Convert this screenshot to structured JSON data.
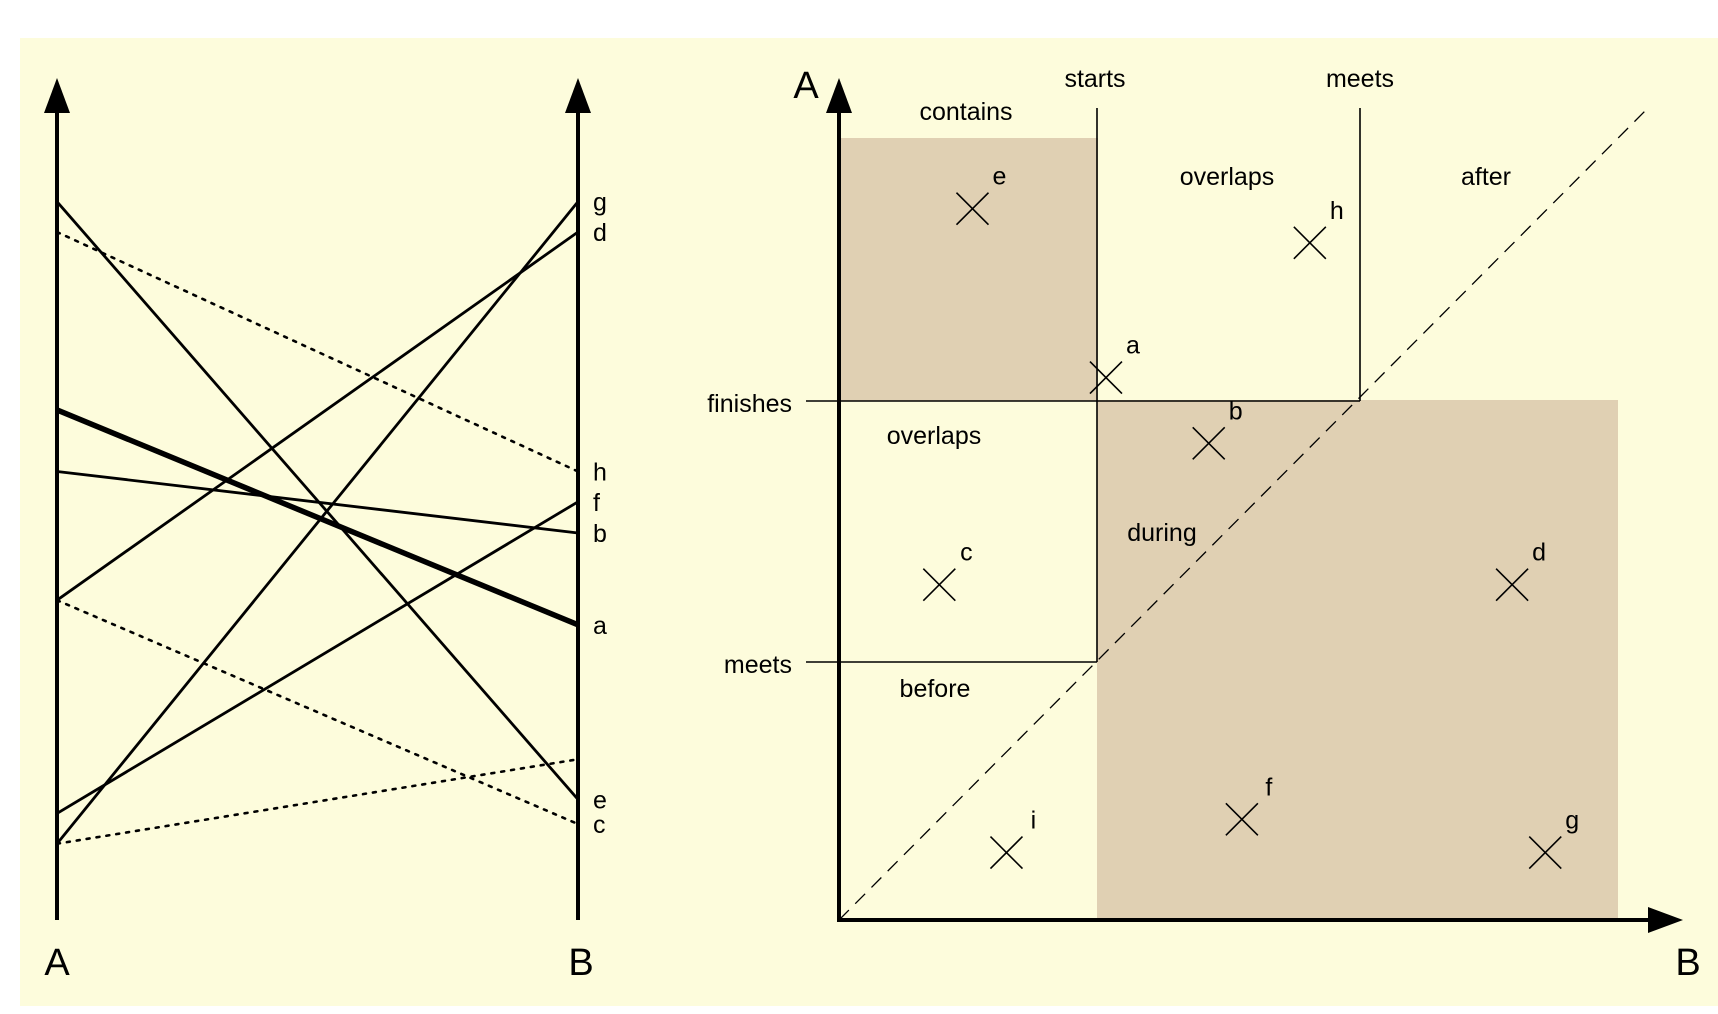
{
  "colors": {
    "background": "#fdfcdc",
    "region_fill": "#e0d0b3",
    "ink": "#000000"
  },
  "parallel_plot": {
    "axis_a_label": "A",
    "axis_b_label": "B",
    "lines": [
      {
        "id": "g",
        "label": "g",
        "a": 0.093,
        "b": 0.876,
        "style": "solid"
      },
      {
        "id": "d",
        "label": "d",
        "a": 0.39,
        "b": 0.839,
        "style": "solid"
      },
      {
        "id": "h",
        "label": "h",
        "a": 0.839,
        "b": 0.547,
        "style": "dotted"
      },
      {
        "id": "f",
        "label": "f",
        "a": 0.13,
        "b": 0.51,
        "style": "solid"
      },
      {
        "id": "b",
        "label": "b",
        "a": 0.547,
        "b": 0.472,
        "style": "solid"
      },
      {
        "id": "a",
        "label": "a",
        "a": 0.622,
        "b": 0.36,
        "style": "bold"
      },
      {
        "id": "e",
        "label": "e",
        "a": 0.876,
        "b": 0.147,
        "style": "solid"
      },
      {
        "id": "c",
        "label": "c",
        "a": 0.39,
        "b": 0.117,
        "style": "dotted"
      },
      {
        "id": "i",
        "label": "",
        "a": 0.093,
        "b": 0.196,
        "style": "dotted"
      }
    ]
  },
  "interval_plot": {
    "axis_a_label": "A",
    "axis_b_label": "B",
    "marker_x": 0.33,
    "marker_y": 0.33,
    "top_labels": {
      "starts": "starts",
      "meets": "meets"
    },
    "side_labels": {
      "finishes": "finishes",
      "meets": "meets"
    },
    "region_labels": {
      "contains": "contains",
      "overlaps_top": "overlaps",
      "after": "after",
      "overlaps_left": "overlaps",
      "during": "during",
      "before": "before"
    },
    "points": [
      {
        "label": "e",
        "x": 0.165,
        "y": 0.876
      },
      {
        "label": "h",
        "x": 0.582,
        "y": 0.834
      },
      {
        "label": "a",
        "x": 0.33,
        "y": 0.668
      },
      {
        "label": "b",
        "x": 0.457,
        "y": 0.587
      },
      {
        "label": "c",
        "x": 0.124,
        "y": 0.413
      },
      {
        "label": "d",
        "x": 0.832,
        "y": 0.413
      },
      {
        "label": "f",
        "x": 0.498,
        "y": 0.124
      },
      {
        "label": "i",
        "x": 0.207,
        "y": 0.083
      },
      {
        "label": "g",
        "x": 0.873,
        "y": 0.083
      }
    ]
  }
}
